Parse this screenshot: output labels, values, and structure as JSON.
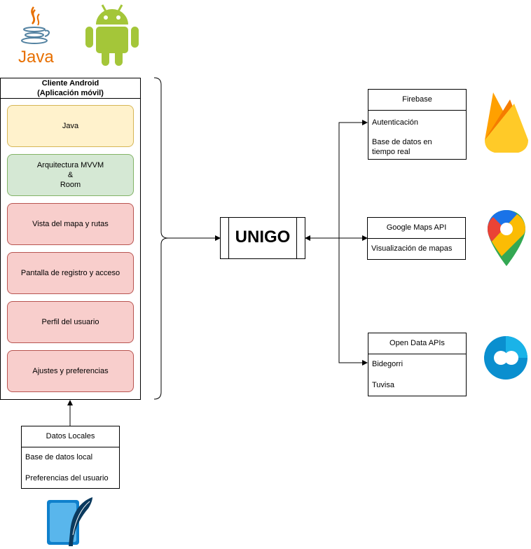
{
  "android_client": {
    "title_line1": "Cliente Android",
    "title_line2": "(Aplicación móvil)",
    "modules": [
      {
        "label": "Java",
        "color": "yellow"
      },
      {
        "label": "Arquitectura MVVM\n&\nRoom",
        "color": "green"
      },
      {
        "label": "Vista del mapa y rutas",
        "color": "red"
      },
      {
        "label": "Pantalla de registro y acceso",
        "color": "red"
      },
      {
        "label": "Perfil del usuario",
        "color": "red"
      },
      {
        "label": "Ajustes y preferencias",
        "color": "red"
      }
    ]
  },
  "local_data": {
    "title": "Datos Locales",
    "items": [
      "Base de datos local",
      "Preferencias del usuario"
    ]
  },
  "center": {
    "label": "UNIGO"
  },
  "firebase": {
    "title": "Firebase",
    "items": [
      "Autenticación",
      "Base de datos en tiempo real"
    ]
  },
  "google_maps": {
    "title": "Google Maps API",
    "items": [
      "Visualización de mapas"
    ]
  },
  "open_data": {
    "title": "Open Data APIs",
    "items": [
      "Bidegorri",
      "Tuvisa"
    ]
  },
  "logos": {
    "java": {
      "text": "Java",
      "icon": "java-logo-icon"
    },
    "android": {
      "icon": "android-logo-icon"
    },
    "sqlite": {
      "icon": "sqlite-logo-icon"
    },
    "firebase": {
      "icon": "firebase-logo-icon"
    },
    "google_maps": {
      "icon": "google-maps-logo-icon"
    },
    "open_data": {
      "icon": "open-data-logo-icon"
    }
  },
  "colors": {
    "yellow_fill": "#fff2cc",
    "yellow_stroke": "#d6b656",
    "green_fill": "#d5e8d4",
    "green_stroke": "#82b366",
    "red_fill": "#f8cecc",
    "red_stroke": "#b85450",
    "java_orange": "#e76f00",
    "java_blue": "#5382a1",
    "android_green": "#a4c639"
  }
}
